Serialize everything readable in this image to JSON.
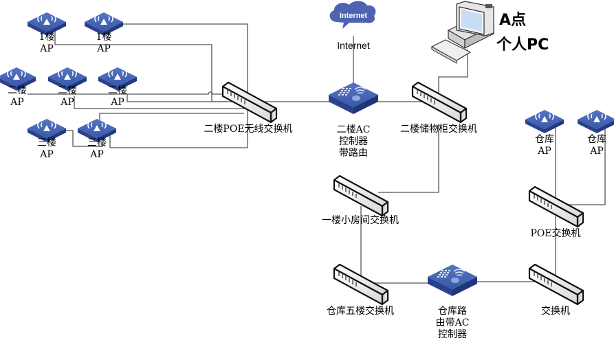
{
  "diagram": {
    "title": "Network topology",
    "colors": {
      "device_blue": "#3f5fae",
      "device_blue_dark": "#2a4190",
      "line": "#555555",
      "switch_body": "#f0f0f0"
    },
    "nodes": {
      "ap_1f_a": {
        "type": "wireless-ap",
        "label1": "1楼",
        "label2": "AP"
      },
      "ap_1f_b": {
        "type": "wireless-ap",
        "label1": "1楼",
        "label2": "AP"
      },
      "ap_2f_a": {
        "type": "wireless-ap",
        "label1": "二楼",
        "label2": "AP"
      },
      "ap_2f_b": {
        "type": "wireless-ap",
        "label1": "二楼",
        "label2": "AP"
      },
      "ap_2f_c": {
        "type": "wireless-ap",
        "label1": "二楼",
        "label2": "AP"
      },
      "ap_3f_a": {
        "type": "wireless-ap",
        "label1": "三楼",
        "label2": "AP"
      },
      "ap_3f_b": {
        "type": "wireless-ap",
        "label1": "三楼",
        "label2": "AP"
      },
      "poe_switch_2f": {
        "type": "switch",
        "label": "二楼POE无线交换机"
      },
      "internet": {
        "type": "cloud",
        "cloud_text": "Internet",
        "label": "Internet"
      },
      "ac_controller_2f": {
        "type": "ac-controller",
        "line1": "二楼AC",
        "line2": "控制器",
        "line3": "带路由"
      },
      "cabinet_switch_2f": {
        "type": "switch",
        "label": "二楼储物柜交换机"
      },
      "pc_a": {
        "type": "pc",
        "line1": "A点",
        "line2": "个人PC"
      },
      "switch_1f_room": {
        "type": "switch",
        "label": "一楼小房间交换机"
      },
      "switch_wh_5f": {
        "type": "switch",
        "label": "仓库五楼交换机"
      },
      "ac_controller_wh": {
        "type": "ac-controller",
        "line1": "仓库路",
        "line2": "由带AC",
        "line3": "控制器"
      },
      "switch_wh": {
        "type": "switch",
        "label": "交换机"
      },
      "poe_switch_wh": {
        "type": "switch",
        "label": "POE交换机"
      },
      "ap_wh_a": {
        "type": "wireless-ap",
        "label1": "仓库",
        "label2": "AP"
      },
      "ap_wh_b": {
        "type": "wireless-ap",
        "label1": "仓库",
        "label2": "AP"
      }
    },
    "links": [
      [
        "ap_1f_a",
        "poe_switch_2f"
      ],
      [
        "ap_1f_b",
        "poe_switch_2f"
      ],
      [
        "ap_2f_a",
        "poe_switch_2f"
      ],
      [
        "ap_2f_b",
        "poe_switch_2f"
      ],
      [
        "ap_2f_c",
        "poe_switch_2f"
      ],
      [
        "ap_3f_a",
        "poe_switch_2f"
      ],
      [
        "ap_3f_b",
        "poe_switch_2f"
      ],
      [
        "poe_switch_2f",
        "ac_controller_2f"
      ],
      [
        "internet",
        "ac_controller_2f"
      ],
      [
        "ac_controller_2f",
        "cabinet_switch_2f"
      ],
      [
        "pc_a",
        "cabinet_switch_2f"
      ],
      [
        "cabinet_switch_2f",
        "switch_1f_room"
      ],
      [
        "switch_1f_room",
        "switch_wh_5f"
      ],
      [
        "switch_wh_5f",
        "ac_controller_wh"
      ],
      [
        "ac_controller_wh",
        "switch_wh"
      ],
      [
        "switch_wh",
        "poe_switch_wh"
      ],
      [
        "poe_switch_wh",
        "ap_wh_a"
      ],
      [
        "poe_switch_wh",
        "ap_wh_b"
      ]
    ]
  }
}
